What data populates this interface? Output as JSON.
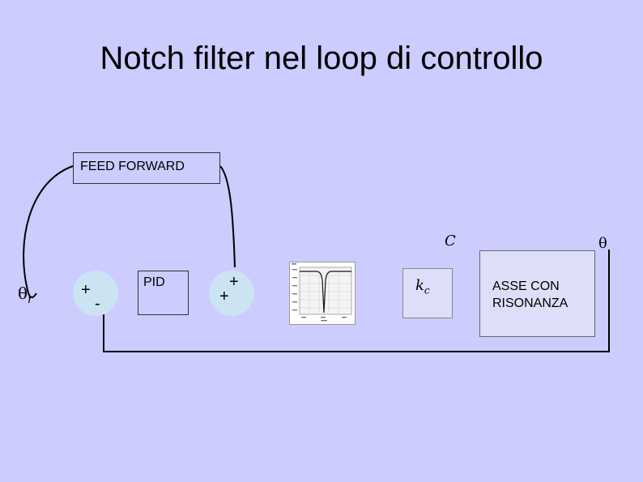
{
  "slide": {
    "title": "Notch filter nel loop di controllo"
  },
  "blocks": {
    "feed_forward": "FEED FORWARD",
    "pid": "PID",
    "gain": "k_c",
    "axis": {
      "line1": "ASSE CON",
      "line2": "RISONANZA"
    }
  },
  "summing_junctions": {
    "sum1": {
      "top_sign": "+",
      "bottom_sign": "-"
    },
    "sum2": {
      "top_sign": "+",
      "bottom_sign": "+"
    }
  },
  "symbols": {
    "reference": "θ",
    "reference_sub": "r",
    "torque": "C",
    "output": "θ"
  },
  "colors": {
    "background": "#ccccff",
    "summing_node": "#cce4f2",
    "block_fill": "#dedef8",
    "wire": "#000000"
  }
}
